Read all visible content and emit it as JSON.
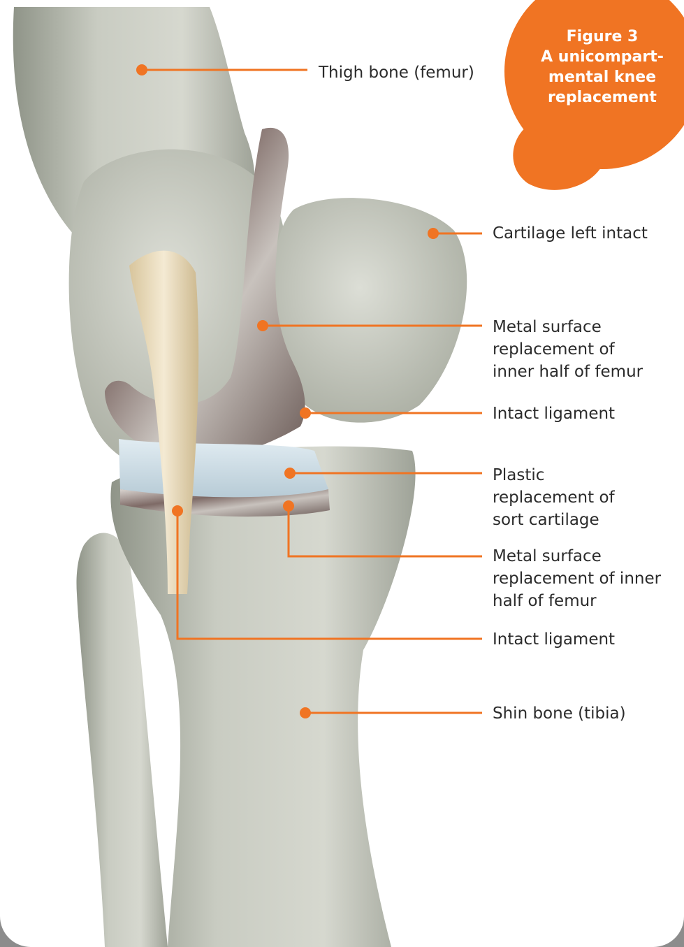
{
  "figure": {
    "badge_lines": [
      "Figure 3",
      "A unicompart-",
      "mental knee",
      "replacement"
    ],
    "accent_color": "#f07423"
  },
  "labels": [
    {
      "id": "thigh-bone",
      "lines": [
        "Thigh bone (femur)"
      ]
    },
    {
      "id": "cartilage",
      "lines": [
        "Cartilage left intact"
      ]
    },
    {
      "id": "metal-surface-femur",
      "lines": [
        "Metal surface",
        "replacement of",
        "inner half of femur"
      ]
    },
    {
      "id": "intact-ligament-upper",
      "lines": [
        "Intact ligament"
      ]
    },
    {
      "id": "plastic-replacement",
      "lines": [
        "Plastic",
        "replacement of",
        "sort cartilage"
      ]
    },
    {
      "id": "metal-surface-lower",
      "lines": [
        "Metal surface",
        "replacement of inner",
        "half of femur"
      ]
    },
    {
      "id": "intact-ligament-lower",
      "lines": [
        "Intact ligament"
      ]
    },
    {
      "id": "shin-bone",
      "lines": [
        "Shin bone (tibia)"
      ]
    }
  ]
}
